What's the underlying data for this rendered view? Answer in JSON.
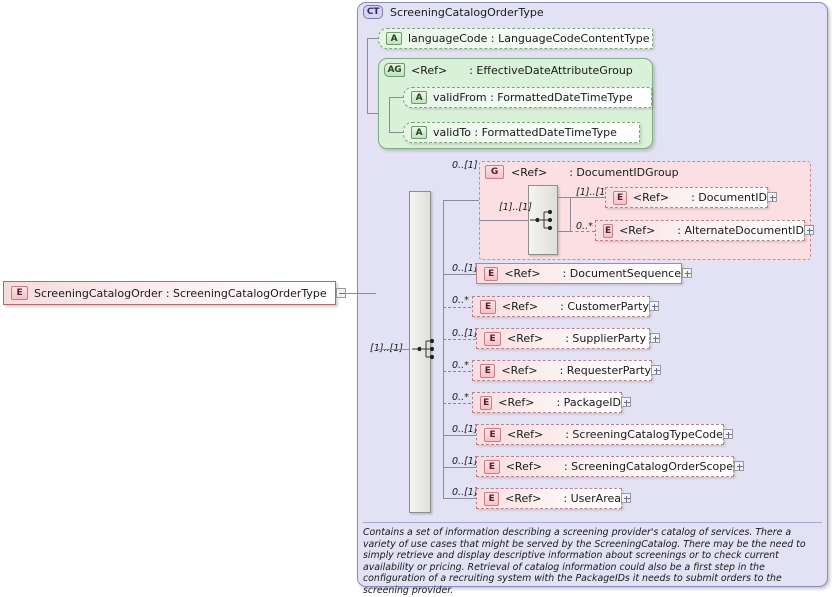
{
  "diagram": {
    "kind": "xsd-schema-diagram",
    "root_element": {
      "badge": "E",
      "label": "ScreeningCatalogOrder  :  ScreeningCatalogOrderType",
      "collapse_icon": "minus-icon"
    },
    "complex_type": {
      "badge": "CT",
      "title": "ScreeningCatalogOrderType"
    },
    "attributes": [
      {
        "badge": "A",
        "label": "languageCode  :  LanguageCodeContentType"
      }
    ],
    "attribute_group": {
      "badge": "AG",
      "ref": "<Ref>",
      "label": ": EffectiveDateAttributeGroup",
      "attributes": [
        {
          "badge": "A",
          "label": "validFrom  :  FormattedDateTimeType"
        },
        {
          "badge": "A",
          "label": "validTo    :  FormattedDateTimeType"
        }
      ]
    },
    "main_sequence": {
      "cardinality": "[1]..[1]",
      "compositor": "sequence-icon"
    },
    "group_documentid": {
      "badge": "G",
      "ref": "<Ref>",
      "label": ": DocumentIDGroup",
      "cardinality": "0..[1]",
      "sequence_cardinality": "[1]..[1]",
      "children": [
        {
          "badge": "E",
          "ref": "<Ref>",
          "label": ": DocumentID",
          "cardinality": "[1]..[1]",
          "expand": "plus-icon"
        },
        {
          "badge": "E",
          "ref": "<Ref>",
          "label": ": AlternateDocumentID",
          "cardinality": "0..*",
          "expand": "plus-icon"
        }
      ]
    },
    "elements": [
      {
        "badge": "E",
        "ref": "<Ref>",
        "label": ": DocumentSequence",
        "cardinality": "0..[1]",
        "expand": "plus-icon"
      },
      {
        "badge": "E",
        "ref": "<Ref>",
        "label": ": CustomerParty",
        "cardinality": "0..*",
        "expand": "plus-icon"
      },
      {
        "badge": "E",
        "ref": "<Ref>",
        "label": ": SupplierParty",
        "cardinality": "0..[1]",
        "expand": "plus-icon"
      },
      {
        "badge": "E",
        "ref": "<Ref>",
        "label": ": RequesterParty",
        "cardinality": "0..*",
        "expand": "plus-icon"
      },
      {
        "badge": "E",
        "ref": "<Ref>",
        "label": ": PackageID",
        "cardinality": "0..*",
        "expand": "plus-icon"
      },
      {
        "badge": "E",
        "ref": "<Ref>",
        "label": ": ScreeningCatalogTypeCode",
        "cardinality": "0..[1]",
        "expand": "plus-icon"
      },
      {
        "badge": "E",
        "ref": "<Ref>",
        "label": ": ScreeningCatalogOrderScope",
        "cardinality": "0..[1]",
        "expand": "plus-icon"
      },
      {
        "badge": "E",
        "ref": "<Ref>",
        "label": ": UserArea",
        "cardinality": "0..[1]",
        "expand": "plus-icon"
      }
    ],
    "documentation": "Contains a set of information describing a screening provider's catalog of services. There a variety of use cases that might be served by the ScreeningCatalog. There may be the need to simply retrieve and display descriptive information about screenings or to check current availability or pricing. Retrieval of catalog information could also be a first step in the configuration of a recruiting system with the PackageIDs it needs to submit orders to the screening provider."
  },
  "colors": {
    "container_fill": "#e2e2f4",
    "container_border": "#8a8ac0",
    "element_pink": "#f9dde0",
    "attribute_green": "#e6f5e6",
    "group_panel_green": "#d9f0d9",
    "group_panel_pink": "#fbdfe2",
    "connector": "#8a8a9a"
  }
}
